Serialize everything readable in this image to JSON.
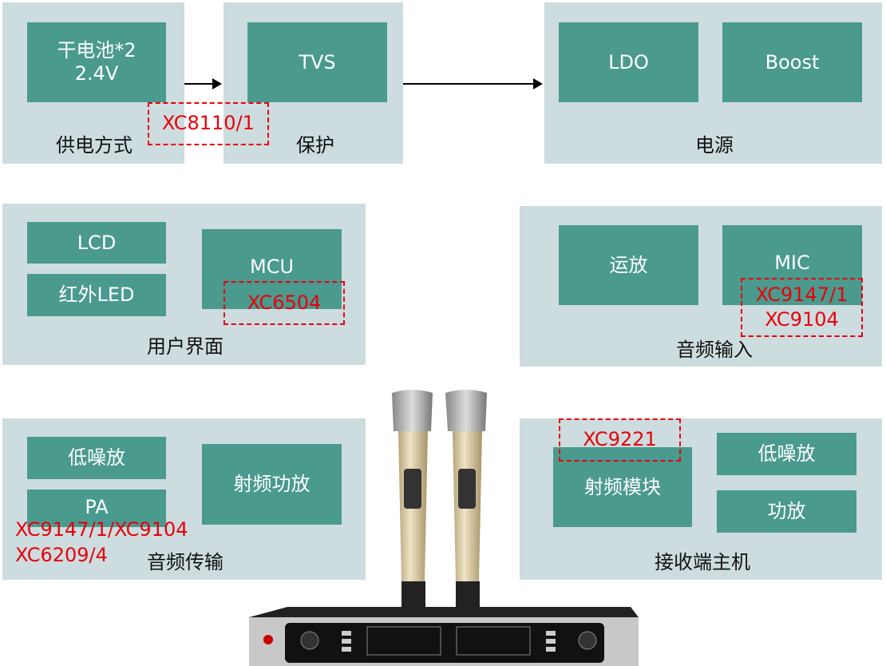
{
  "power_supply": {
    "box": "干电池*2\n2.4V",
    "box_line1": "干电池*2",
    "box_line2": "2.4V",
    "label": "供电方式"
  },
  "protection": {
    "box": "TVS",
    "label": "保护",
    "chip": "XC8110/1"
  },
  "power": {
    "ldo": "LDO",
    "boost": "Boost",
    "label": "电源"
  },
  "user_interface": {
    "lcd": "LCD",
    "ir_led": "红外LED",
    "mcu": "MCU",
    "chip": "XC6504",
    "label": "用户界面"
  },
  "audio_input": {
    "opamp": "运放",
    "mic": "MIC",
    "chips": [
      "XC9147/1",
      "XC9104"
    ],
    "label": "音频输入"
  },
  "audio_transmission": {
    "lna": "低噪放",
    "pa": "PA",
    "rf_pa": "射频功放",
    "chips": [
      "XC9147/1/XC9104",
      "XC6209/4"
    ],
    "label": "音频传输"
  },
  "receiver": {
    "rf_module": "射频模块",
    "chip": "XC9221",
    "lna": "低噪放",
    "amp": "功放",
    "label": "接收端主机"
  },
  "colors": {
    "panel": "#cddcdf",
    "block": "#4a9a8e",
    "highlight": "#e8000b"
  }
}
